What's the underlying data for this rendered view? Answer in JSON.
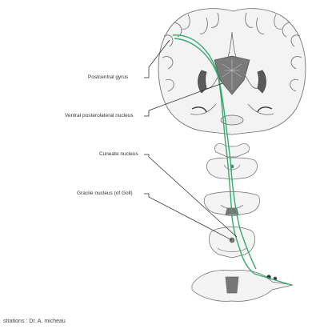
{
  "labels": {
    "postcentral_gyrus": "Postcentral gyrus",
    "vpl_nucleus": "Ventral posterolateral nucleus",
    "cuneate_nucleus": "Cuneate nucleus",
    "gracile_nucleus": "Gracile nucleus (of Goll)"
  },
  "credit": "strations : Dr. A. micheau",
  "colors": {
    "pathway": "#3aa870",
    "outline": "#6b6b6b",
    "tissue": "#f0f0f0",
    "dark": "#5a5a5a"
  }
}
